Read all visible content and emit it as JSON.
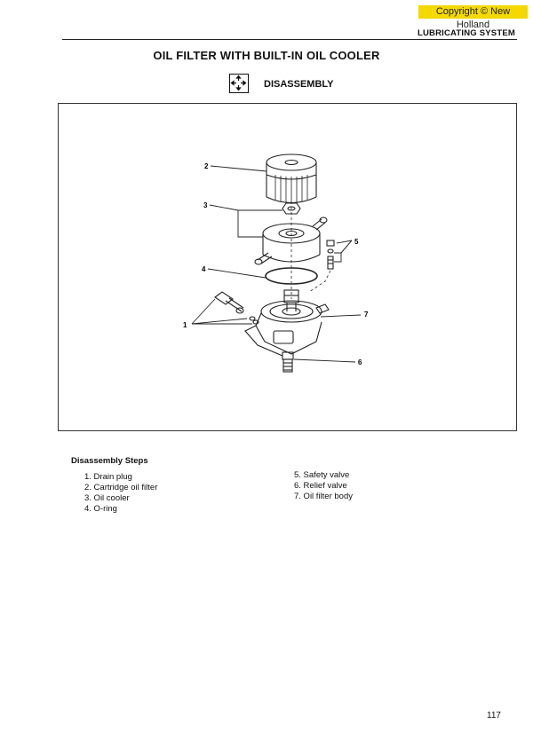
{
  "watermark": {
    "text": "Copyright © New Holland",
    "color": "#f3d900"
  },
  "header": {
    "section": "LUBRICATING SYSTEM"
  },
  "title": "OIL FILTER WITH BUILT-IN OIL COOLER",
  "subtitle": "DISASSEMBLY",
  "figure": {
    "callouts": [
      "1",
      "2",
      "3",
      "4",
      "5",
      "6",
      "7"
    ]
  },
  "steps": {
    "heading": "Disassembly Steps",
    "left": [
      "1. Drain plug",
      "2. Cartridge oil filter",
      "3. Oil cooler",
      "4. O-ring"
    ],
    "right": [
      "5. Safety valve",
      "6. Relief valve",
      "7. Oil filter body"
    ]
  },
  "page_number": "117"
}
